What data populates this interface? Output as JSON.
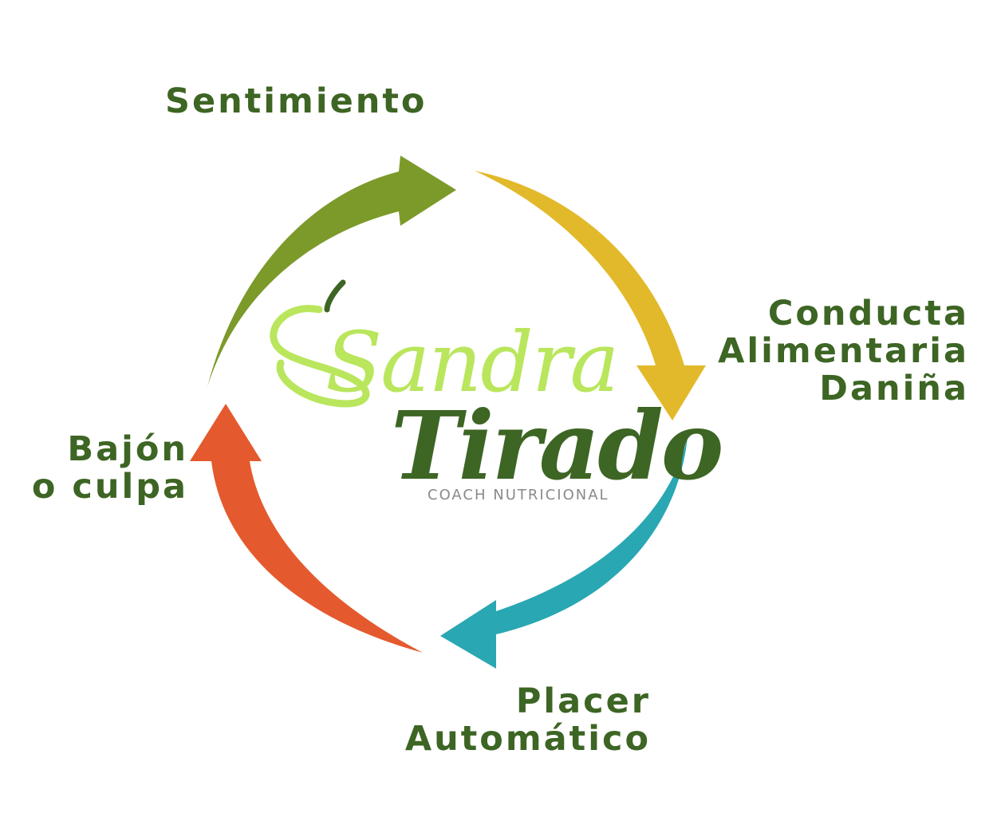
{
  "cycle": {
    "steps": [
      {
        "id": "sentimiento",
        "lines": [
          "Sentimiento"
        ],
        "color": "#7c9a2a"
      },
      {
        "id": "conducta",
        "lines": [
          "Conducta",
          "Alimentaria",
          "Daniña"
        ],
        "color": "#e2b92a"
      },
      {
        "id": "placer",
        "lines": [
          "Placer",
          "Automático"
        ],
        "color": "#29a7b3"
      },
      {
        "id": "bajon",
        "lines": [
          "Bajón",
          "o culpa"
        ],
        "color": "#e45a2e"
      }
    ],
    "label_color": "#3d6524"
  },
  "logo": {
    "name_first": "Sandra",
    "name_last": "Tirado",
    "tagline": "COACH NUTRICIONAL",
    "colors": {
      "light_green": "#b9e65c",
      "dark_green": "#3d6524",
      "tagline_gray": "#8a8a8a"
    }
  }
}
